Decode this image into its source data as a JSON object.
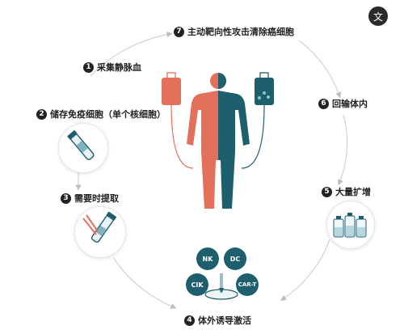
{
  "steps": [
    {
      "num": "1",
      "label": "采集静脉血"
    },
    {
      "num": "2",
      "label": "储存免疫细胞（单个核细胞）"
    },
    {
      "num": "3",
      "label": "需要时提取"
    },
    {
      "num": "4",
      "label": "体外诱导激活"
    },
    {
      "num": "5",
      "label": "大量扩增"
    },
    {
      "num": "6",
      "label": "回输体内"
    },
    {
      "num": "7",
      "label": "主动靶向性攻击清除癌细胞"
    }
  ],
  "cells": {
    "nk": "NK",
    "dc": "DC",
    "cik": "CIK",
    "cart": "CAR-T"
  },
  "corner_icon": {
    "glyph": "文",
    "name": "translate-icon"
  },
  "colors": {
    "accent_red": "#e3705a",
    "accent_teal": "#1e5f6e",
    "ring": "#d2d2d2"
  }
}
